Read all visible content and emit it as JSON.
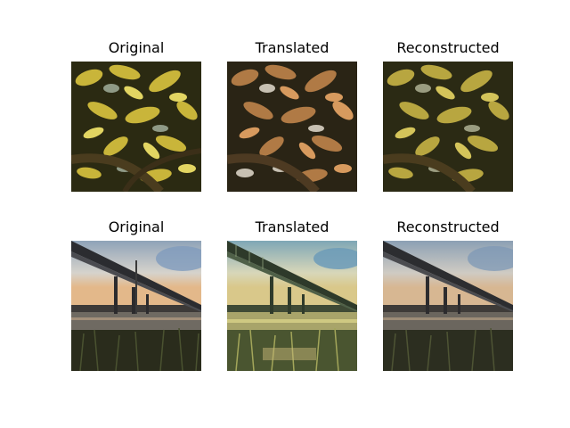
{
  "rows": [
    {
      "panels": [
        {
          "title": "Original"
        },
        {
          "title": "Translated"
        },
        {
          "title": "Reconstructed"
        }
      ]
    },
    {
      "panels": [
        {
          "title": "Original"
        },
        {
          "title": "Translated"
        },
        {
          "title": "Reconstructed"
        }
      ]
    }
  ]
}
